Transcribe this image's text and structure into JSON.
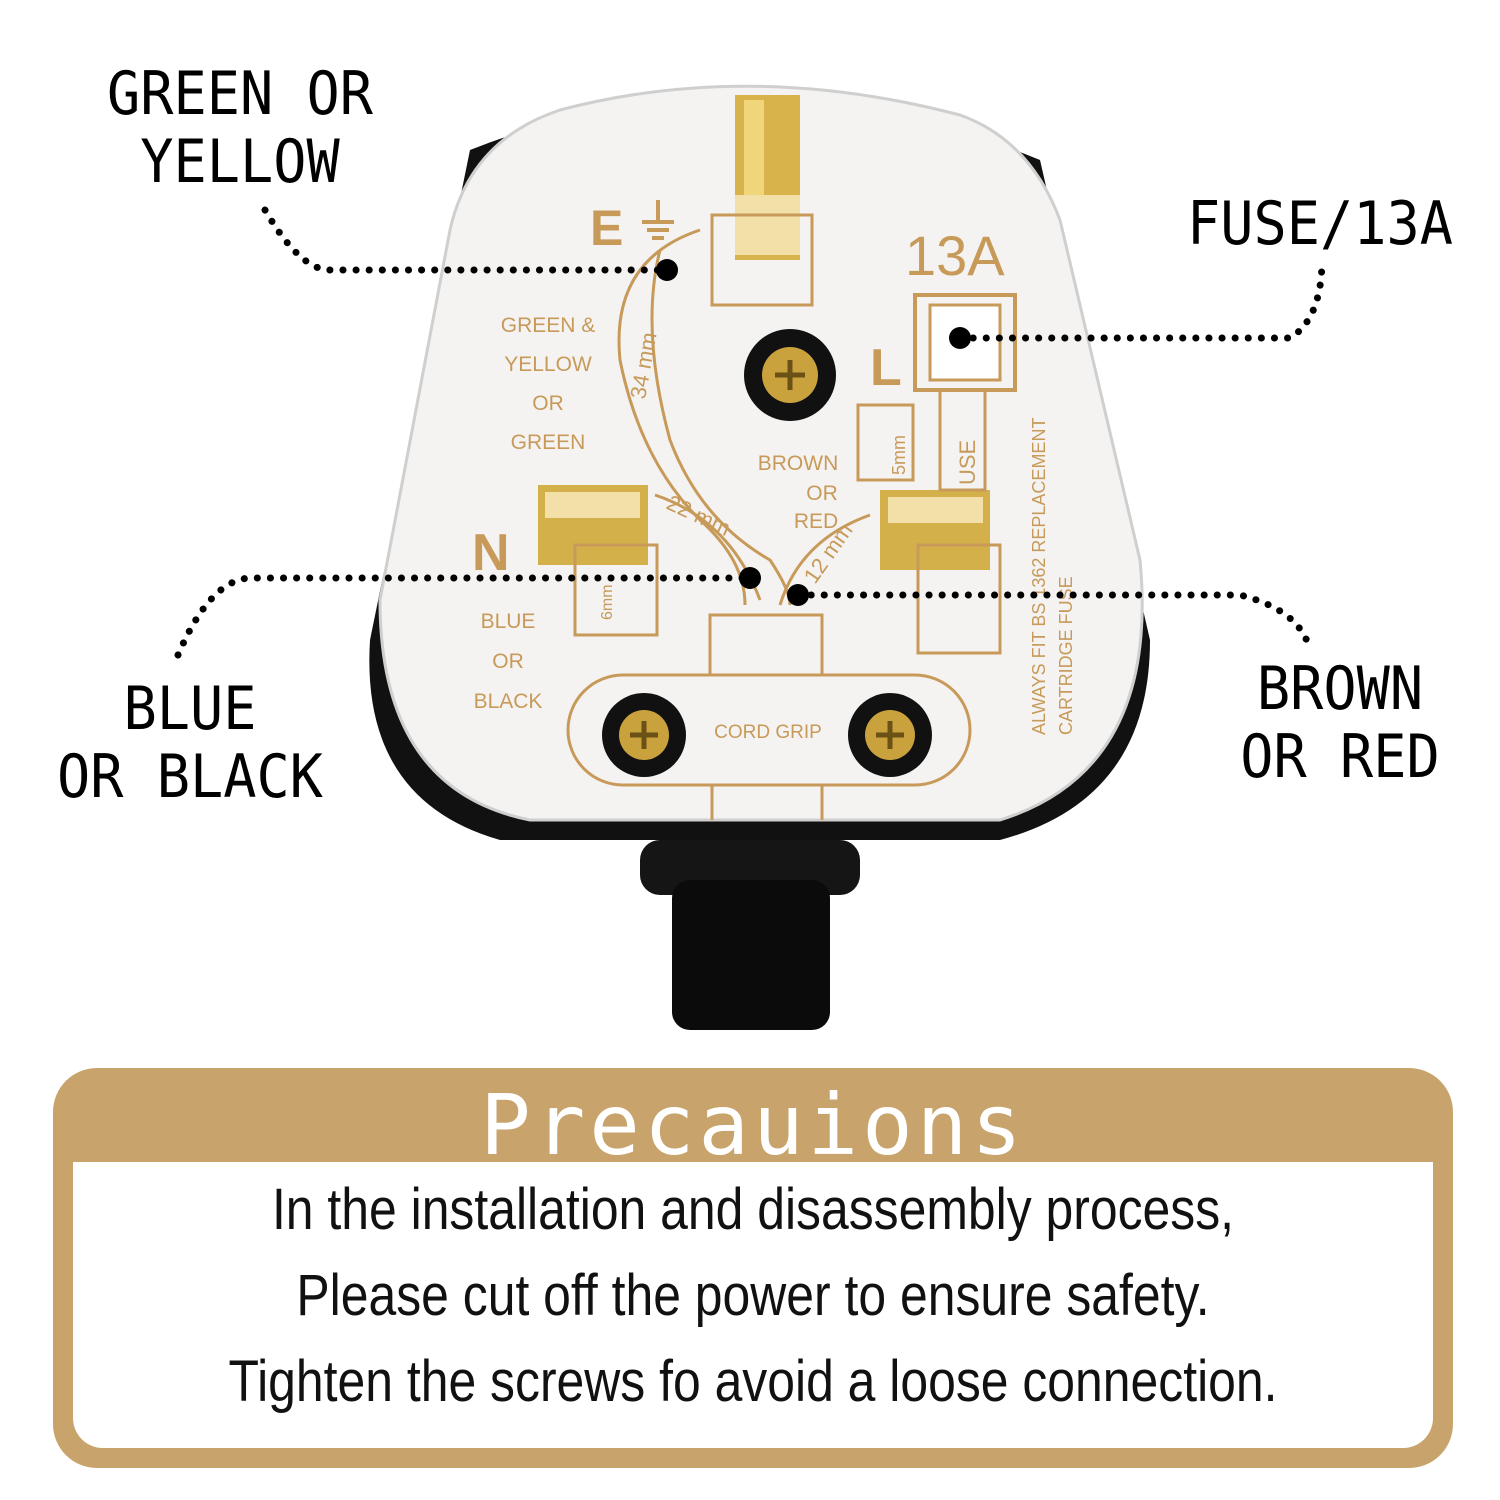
{
  "callouts": {
    "earth": "GREEN OR\nYELLOW",
    "fuse": "FUSE/13A",
    "neutral": "BLUE\nOR BLACK",
    "live": "BROWN\nOR RED"
  },
  "plug": {
    "terminal_e": "E",
    "terminal_n": "N",
    "terminal_l": "L",
    "rating": "13A",
    "earth_label": [
      "GREEN &",
      "YELLOW",
      "OR",
      "GREEN"
    ],
    "live_label": [
      "BROWN",
      "OR",
      "RED"
    ],
    "neutral_label": [
      "BLUE",
      "OR",
      "BLACK"
    ],
    "earth_length": "34 mm",
    "neutral_length": "22 mm",
    "live_length": "12 mm",
    "strip_6": "6mm",
    "strip_5": "5mm",
    "fuse_text": "USE",
    "cord_grip": "CORD GRIP",
    "side_text_1": "ALWAYS FIT BS 1362 REPLACEMENT",
    "side_text_2": "CARTRIDGE FUSE"
  },
  "precautions": {
    "title": "Precauions",
    "lines": [
      "In the installation and disassembly process,",
      "Please cut off the power to ensure safety.",
      "Tighten the screws fo avoid a loose connection."
    ]
  },
  "colors": {
    "gold": "#c8a36b",
    "print": "#c79a5a",
    "plug_body": "#111111"
  }
}
